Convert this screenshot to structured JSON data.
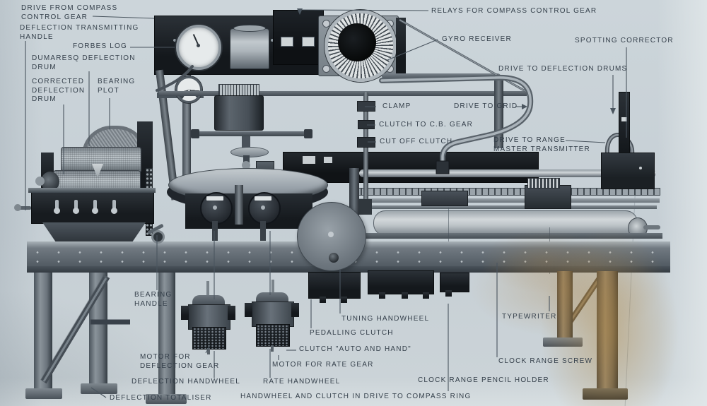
{
  "figure": {
    "labels": [
      {
        "id": "drive-from-compass-control-gear",
        "text": "DRIVE FROM COMPASS\nCONTROL GEAR"
      },
      {
        "id": "deflection-transmitting-handle",
        "text": "DEFLECTION TRANSMITTING\nHANDLE"
      },
      {
        "id": "forbes-log",
        "text": "FORBES LOG"
      },
      {
        "id": "dumaresq-deflection-drum",
        "text": "DUMARESQ DEFLECTION\nDRUM"
      },
      {
        "id": "corrected-deflection-drum",
        "text": "CORRECTED\nDEFLECTION\nDRUM"
      },
      {
        "id": "bearing-plot",
        "text": "BEARING\nPLOT"
      },
      {
        "id": "relays-for-compass-control-gear",
        "text": "RELAYS FOR COMPASS CONTROL GEAR"
      },
      {
        "id": "gyro-receiver",
        "text": "GYRO RECEIVER"
      },
      {
        "id": "spotting-corrector",
        "text": "SPOTTING CORRECTOR"
      },
      {
        "id": "drive-to-deflection-drums",
        "text": "DRIVE TO DEFLECTION DRUMS"
      },
      {
        "id": "clamp",
        "text": "CLAMP"
      },
      {
        "id": "drive-to-grid",
        "text": "DRIVE TO GRID"
      },
      {
        "id": "clutch-to-cb-gear",
        "text": "CLUTCH TO C.B. GEAR"
      },
      {
        "id": "cut-off-clutch",
        "text": "CUT OFF CLUTCH"
      },
      {
        "id": "drive-to-range-master-transmitter",
        "text": "DRIVE TO RANGE\nMASTER TRANSMITTER"
      },
      {
        "id": "bearing-handle",
        "text": "BEARING\nHANDLE"
      },
      {
        "id": "tuning-handwheel",
        "text": "TUNING HANDWHEEL"
      },
      {
        "id": "typewriter",
        "text": "TYPEWRITER"
      },
      {
        "id": "pedalling-clutch",
        "text": "PEDALLING CLUTCH"
      },
      {
        "id": "clutch-auto-and-hand",
        "text": "CLUTCH \"AUTO AND HAND\""
      },
      {
        "id": "motor-for-deflection-gear",
        "text": "MOTOR FOR\nDEFLECTION GEAR"
      },
      {
        "id": "motor-for-rate-gear",
        "text": "MOTOR FOR RATE GEAR"
      },
      {
        "id": "clock-range-screw",
        "text": "CLOCK RANGE SCREW"
      },
      {
        "id": "deflection-handwheel",
        "text": "DEFLECTION HANDWHEEL"
      },
      {
        "id": "rate-handwheel",
        "text": "RATE HANDWHEEL"
      },
      {
        "id": "clock-range-pencil-holder",
        "text": "CLOCK RANGE PENCIL HOLDER"
      },
      {
        "id": "deflection-totaliser",
        "text": "DEFLECTION TOTALISER"
      },
      {
        "id": "handwheel-and-clutch-compass-ring",
        "text": "HANDWHEEL AND CLUTCH IN DRIVE TO COMPASS RING"
      }
    ],
    "colors": {
      "paper": "#c8d1d7",
      "ink": "#343f4a",
      "leader_line": "#4a555f",
      "metal_dark": "#14181c",
      "metal_mid": "#5f6971",
      "metal_light": "#b9c2c7",
      "dial_face": "#e6eaeb",
      "warm_light_leak": "#b08a4a"
    }
  }
}
